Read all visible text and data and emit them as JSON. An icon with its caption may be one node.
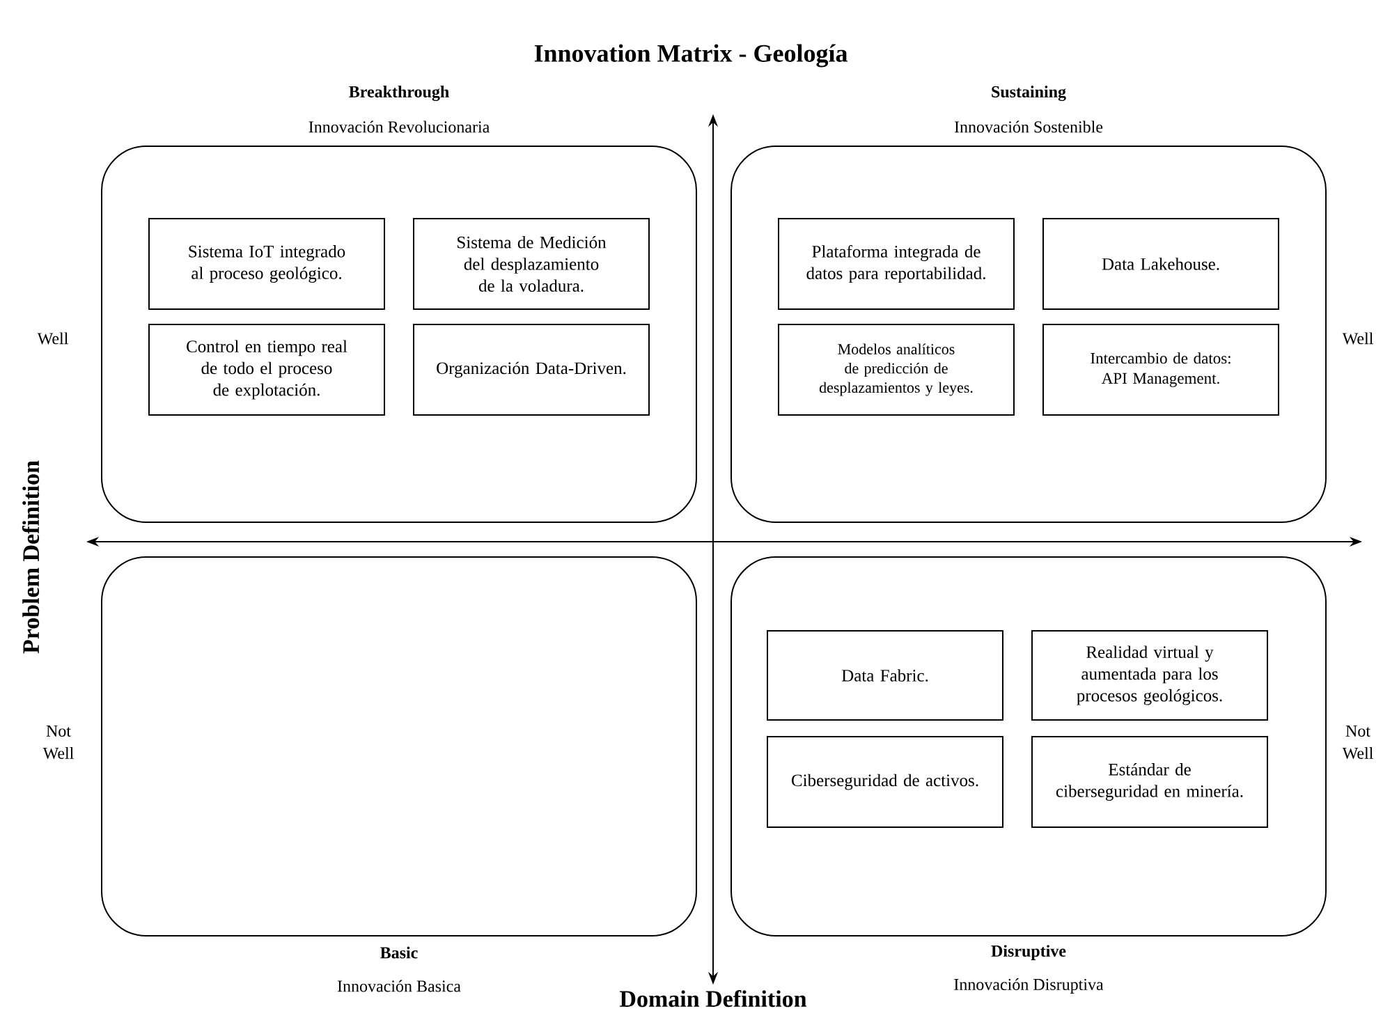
{
  "diagram": {
    "title": "Innovation Matrix - Geología",
    "nodes": [
      {
        "text": [
          "Breakthrough",
          "Innovación Revolucionaria"
        ]
      },
      {
        "text": [
          "Sistema IoT integrado al proceso geológico."
        ],
        "in": 0
      },
      {
        "text": [
          "Sistema de Medición del desplazamiento de la voladura."
        ],
        "in": 0
      },
      {
        "text": [
          "Control en tiempo real de todo el proceso de explotación."
        ],
        "in": 0
      },
      {
        "text": [
          "Organización Data-Driven."
        ],
        "in": 0
      },
      {
        "text": [
          "Sustaining",
          "Innovación Sostenible"
        ]
      },
      {
        "text": [
          "Plataforma integrada de datos para reportabilidad."
        ],
        "in": 5
      },
      {
        "text": [
          "Data Lakehouse."
        ],
        "in": 5
      },
      {
        "text": [
          "Modelos analíticos de predicción de desplazamientos y leyes."
        ],
        "in": 5
      },
      {
        "text": [
          "Intercambio de datos: API Management."
        ],
        "in": 5
      },
      {
        "text": [
          "Basic",
          "Innovación Basica"
        ]
      },
      {
        "text": [
          "Disruptive",
          "Innovación Disruptiva"
        ]
      },
      {
        "text": [
          "Data Fabric."
        ],
        "in": 11
      },
      {
        "text": [
          "Realidad virtual y aumentada para los procesos geológicos."
        ],
        "in": 11
      },
      {
        "text": [
          "Ciberseguridad de activos."
        ],
        "in": 11
      },
      {
        "text": [
          "Estándar de ciberseguridad en minería."
        ],
        "in": 11
      }
    ],
    "labels": [
      "Well",
      "Well",
      "Problem Definition",
      "Not Well",
      "Not Well",
      "Domain Definition"
    ]
  }
}
